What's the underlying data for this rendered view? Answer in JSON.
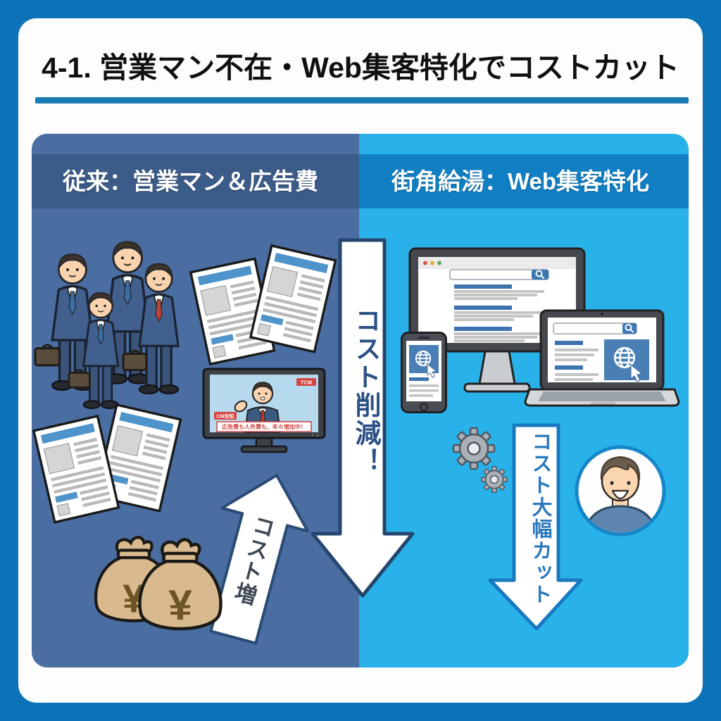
{
  "title": "4-1. 営業マン不在・Web集客特化でコストカット",
  "left_panel": {
    "header": "従来：営業マン＆広告費",
    "cost_arrow": "コスト増",
    "money_bag_symbol": "¥",
    "tv": {
      "badge_top_right": "TCM",
      "badge_bottom_left": "CM告知",
      "ticker": "広告費も人件費も、年々増加中！"
    }
  },
  "center_arrow": "コスト削減！",
  "right_panel": {
    "header": "街角給湯：Web集客特化",
    "cost_arrow": "コスト大幅カット"
  },
  "colors": {
    "frame_blue": "#0D73B8",
    "underline_blue": "#1B7CB7",
    "left_body": "#4A6DA2",
    "left_band": "#3B5B89",
    "right_body": "#29B2E9",
    "right_band": "#117FC4",
    "center_arrow_outline": "#24466E",
    "center_arrow_text": "#2D5184",
    "right_arrow_outline": "#1779C0",
    "right_arrow_text": "#2B79BD",
    "up_arrow_outline": "#2B4A74",
    "up_arrow_text": "#3D4753",
    "money_bag_tan": "#D9B98E",
    "tv_red": "#D64541"
  }
}
